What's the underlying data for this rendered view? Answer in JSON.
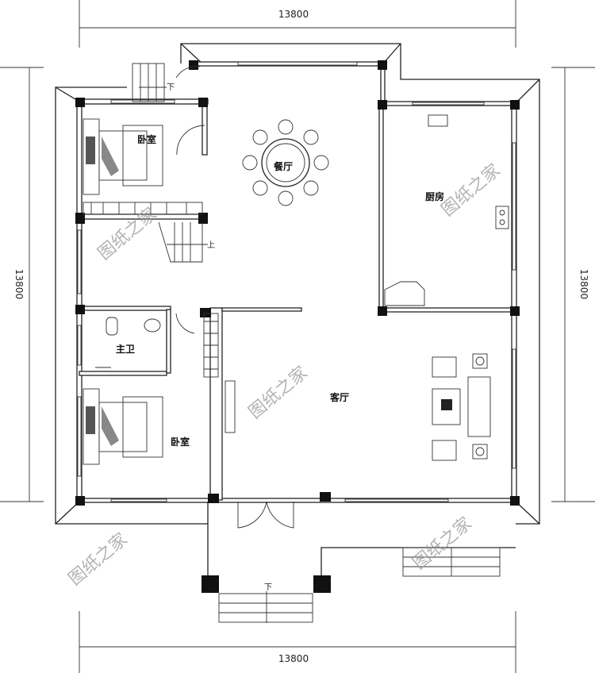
{
  "dimensions": {
    "top": "13800",
    "bottom": "13800",
    "left": "13800",
    "right": "13800"
  },
  "rooms": {
    "bedroom_top": "卧室",
    "dining": "餐厅",
    "kitchen": "厨房",
    "master_bath": "主卫",
    "living": "客厅",
    "bedroom_bottom": "卧室"
  },
  "stair_marks": {
    "top_stair_down": "下",
    "inner_stair_up": "上",
    "front_steps_down": "下"
  },
  "watermark": "图纸之家"
}
